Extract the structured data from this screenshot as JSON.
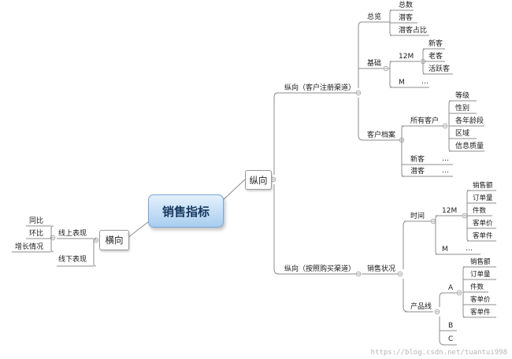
{
  "diagram": {
    "root": "销售指标",
    "branch_horizontal": "横向",
    "branch_vertical": "纵向",
    "horizontal": {
      "online": "线上表现",
      "offline": "线下表现",
      "online_children": [
        "同比",
        "环比",
        "增长情况"
      ]
    },
    "vertical_register": {
      "title": "纵向（客户注册渠道）",
      "overview": {
        "label": "总览",
        "items": [
          "总数",
          "潜客",
          "潜客占比"
        ]
      },
      "base": {
        "label": "基础",
        "m12": {
          "label": "12M",
          "items": [
            "新客",
            "老客",
            "活跃客"
          ]
        },
        "m": {
          "label": "M",
          "more": "…"
        }
      },
      "archive": {
        "label": "客户档案",
        "all": {
          "label": "所有客户",
          "items": [
            "等级",
            "性别",
            "各年龄段",
            "区域",
            "信息质量"
          ]
        },
        "new": {
          "label": "新客",
          "more": "…"
        },
        "potential": {
          "label": "潜客",
          "more": "…"
        }
      }
    },
    "vertical_purchase": {
      "title": "纵向（按照购买渠道）",
      "status": "销售状况",
      "time": {
        "label": "时间",
        "m12": {
          "label": "12M",
          "items": [
            "销售额",
            "订单量",
            "件数",
            "客单价",
            "客单件"
          ]
        },
        "m": {
          "label": "M",
          "more": "…"
        }
      },
      "product_line": {
        "label": "产品线",
        "a": {
          "label": "A",
          "items": [
            "销售额",
            "订单量",
            "件数",
            "客单价",
            "客单件"
          ]
        },
        "b": "B",
        "c": "C"
      }
    }
  },
  "watermark": "https://blog.csdn.net/tuantui998"
}
